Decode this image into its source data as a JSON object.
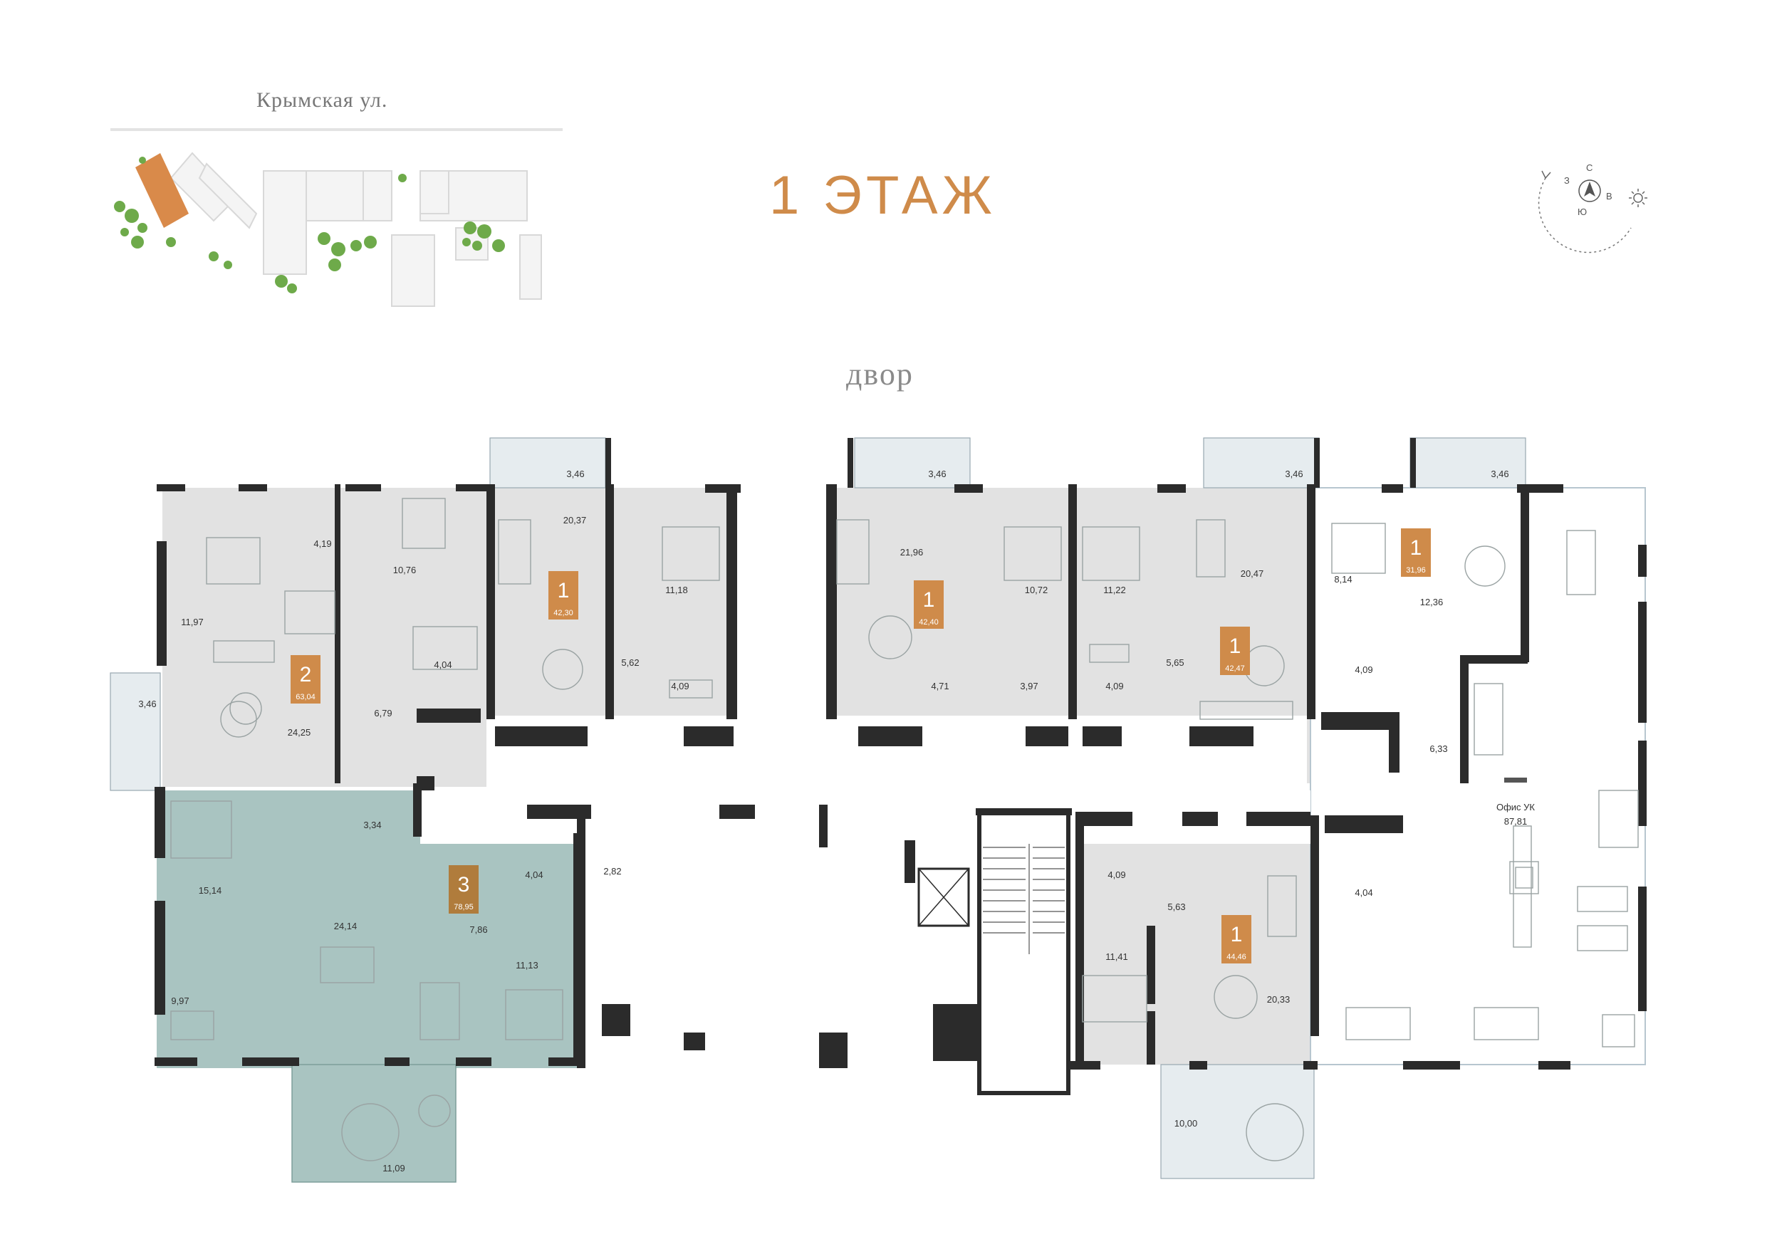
{
  "street_label": "Крымская ул.",
  "floor_title": "1 ЭТАЖ",
  "yard_label": "двор",
  "compass": {
    "north": "С",
    "west": "З",
    "east": "В",
    "south": "Ю"
  },
  "colors": {
    "accent": "#cf8b4a",
    "selected_unit": "#a9c4c1",
    "apartment_fill": "#e2e2e2",
    "wall": "#2b2b2b",
    "balcony": "#e6ecef"
  },
  "apartments": [
    {
      "rooms": "2",
      "area": "63,04"
    },
    {
      "rooms": "1",
      "area": "42,30"
    },
    {
      "rooms": "1",
      "area": "42,40"
    },
    {
      "rooms": "1",
      "area": "42,47"
    },
    {
      "rooms": "1",
      "area": "31,96"
    },
    {
      "rooms": "3",
      "area": "78,95"
    },
    {
      "rooms": "1",
      "area": "44,46"
    }
  ],
  "room_areas": [
    "4,19",
    "10,76",
    "11,97",
    "24,25",
    "6,79",
    "4,04",
    "3,46",
    "3,46",
    "20,37",
    "11,18",
    "5,62",
    "4,09",
    "3,46",
    "21,96",
    "10,72",
    "4,71",
    "3,97",
    "11,22",
    "4,09",
    "5,65",
    "3,46",
    "20,47",
    "3,46",
    "8,14",
    "12,36",
    "4,09",
    "6,33",
    "3,34",
    "15,14",
    "24,14",
    "4,04",
    "7,86",
    "11,13",
    "9,97",
    "11,09",
    "2,82",
    "4,09",
    "5,63",
    "11,41",
    "20,33",
    "10,00",
    "4,04"
  ],
  "office": {
    "name": "Офис УК",
    "area": "87,81"
  }
}
